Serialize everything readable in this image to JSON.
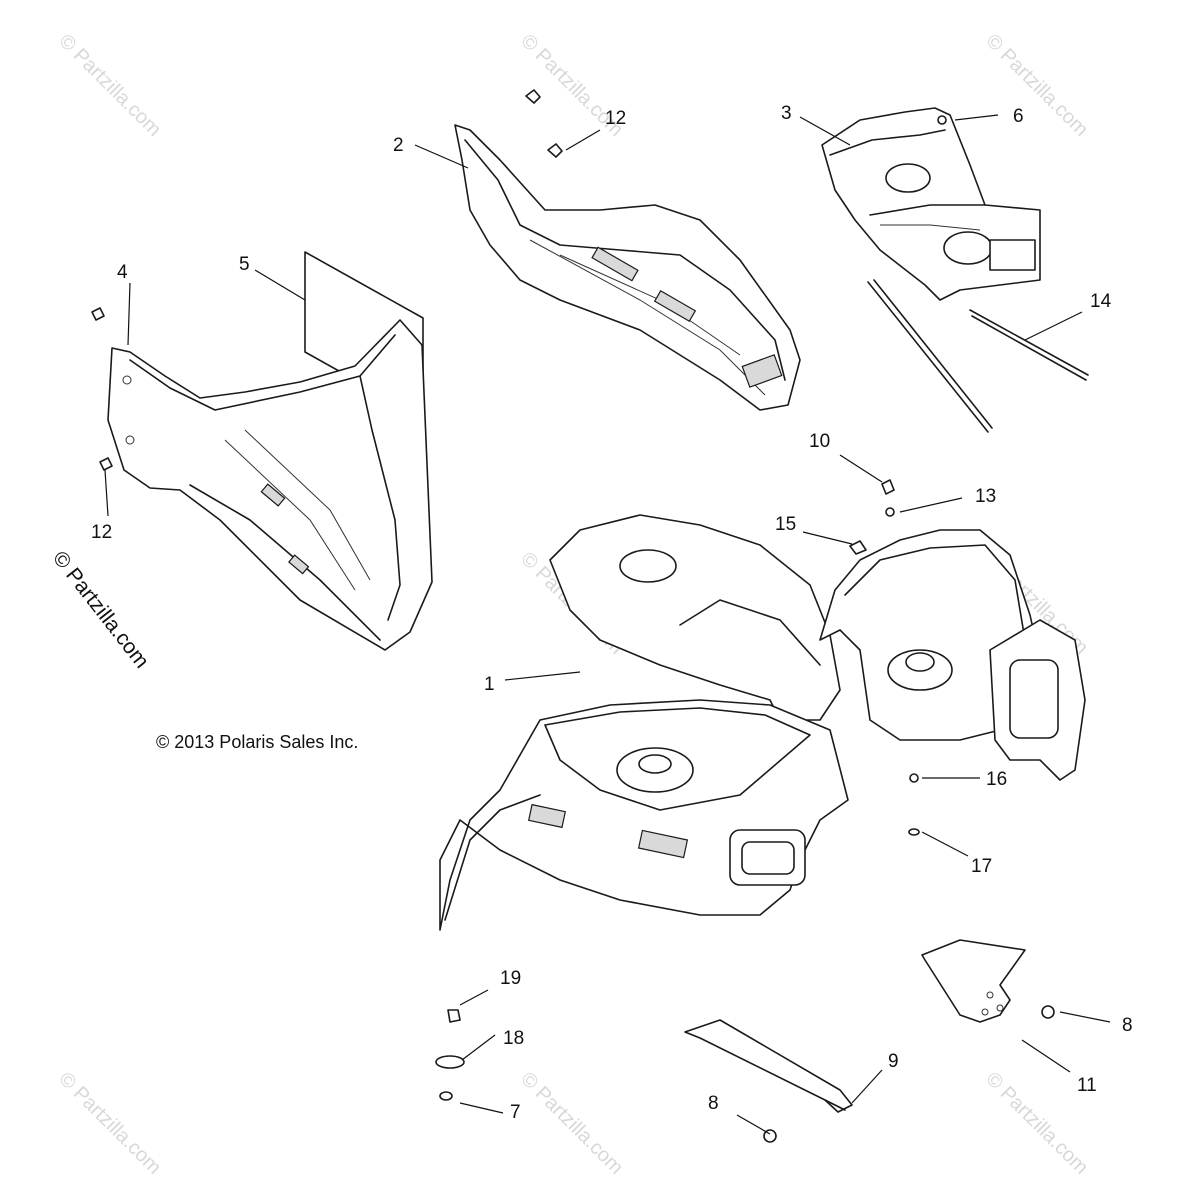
{
  "copyright": "© 2013 Polaris Sales Inc.",
  "watermark": "© Partzilla.com",
  "side_watermark": "© Partzilla.com",
  "callouts": {
    "c1": "1",
    "c2": "2",
    "c3": "3",
    "c4": "4",
    "c5": "5",
    "c6": "6",
    "c7": "7",
    "c8a": "8",
    "c8b": "8",
    "c9": "9",
    "c10": "10",
    "c11": "11",
    "c12a": "12",
    "c12b": "12",
    "c13": "13",
    "c14": "14",
    "c15": "15",
    "c16": "16",
    "c17": "17",
    "c18": "18",
    "c19": "19"
  },
  "colors": {
    "line": "#1a1a1a",
    "watermark": "#d8d8d8"
  }
}
